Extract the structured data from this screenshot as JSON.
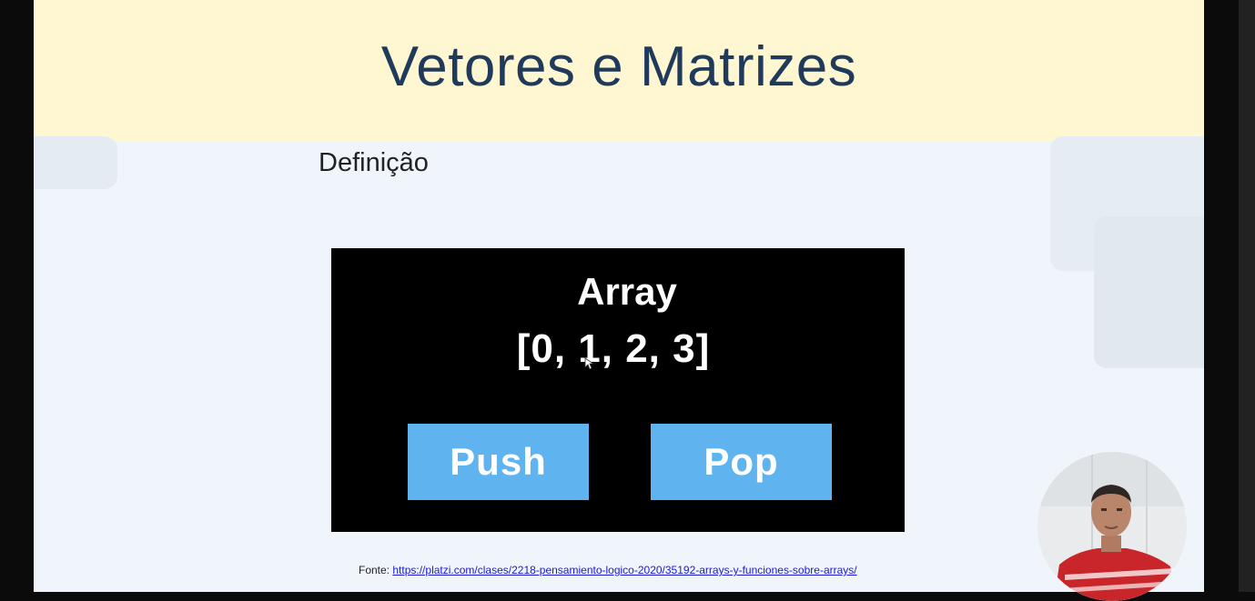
{
  "slide": {
    "title": "Vetores e Matrizes",
    "subtitle": "Definição"
  },
  "figure": {
    "title": "Array",
    "array_text": "[0, 1, 2, 3]",
    "buttons": {
      "push_label": "Push",
      "pop_label": "Pop"
    }
  },
  "source": {
    "prefix": "Fonte:",
    "link_text": "https://platzi.com/clases/2218-pensamiento-logico-2020/35192-arrays-y-funciones-sobre-arrays/"
  },
  "colors": {
    "header_band": "#fff7d2",
    "title_text": "#1f3a5a",
    "slide_background": "#f0f5fb",
    "figure_background": "#000000",
    "figure_button": "#5fb3ef",
    "link": "#1a1ad6"
  },
  "icons": {
    "cursor": "mouse-pointer-icon",
    "webcam": "presenter-webcam-overlay"
  }
}
